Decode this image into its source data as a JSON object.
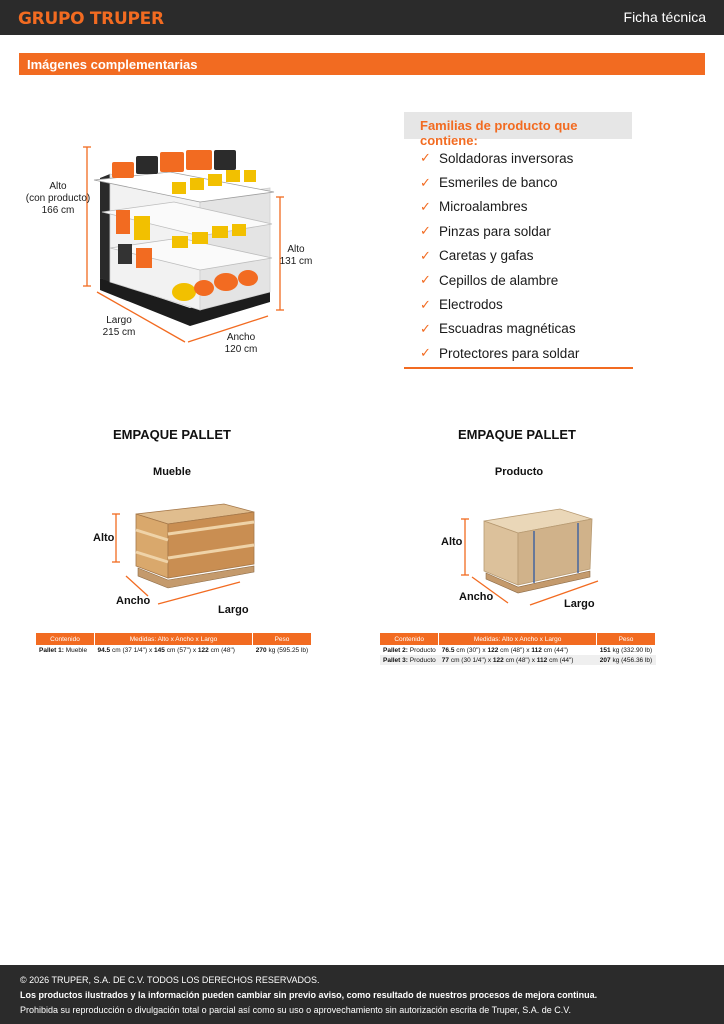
{
  "header": {
    "brand": "GRUPO TRUPER",
    "doc_type": "Ficha técnica"
  },
  "section": {
    "title": "Imágenes complementarias"
  },
  "display": {
    "alto_total": [
      "Alto",
      "(con producto)",
      "166 cm"
    ],
    "alto": [
      "Alto",
      "131 cm"
    ],
    "largo": [
      "Largo",
      "215 cm"
    ],
    "ancho": [
      "Ancho",
      "120 cm"
    ]
  },
  "families": {
    "title": "Familias de producto que contiene:",
    "items": [
      "Soldadoras inversoras",
      "Esmeriles de banco",
      "Microalambres",
      "Pinzas para soldar",
      "Caretas y gafas",
      "Cepillos de alambre",
      "Electrodos",
      "Escuadras magnéticas",
      "Protectores para soldar"
    ]
  },
  "pallet_left": {
    "title": "EMPAQUE PALLET",
    "subtitle": "Mueble",
    "labels": {
      "alto": "Alto",
      "ancho": "Ancho",
      "largo": "Largo"
    },
    "table": {
      "headers": [
        "Contenido",
        "Medidas: Alto x Ancho x Largo",
        "Peso"
      ],
      "rows": [
        {
          "label": "Pallet 1:",
          "content": "Mueble",
          "m1": "94.5",
          "m1r": "cm (37 1/4\") x",
          "m2": "145",
          "m2r": "cm (57\") x",
          "m3": "122",
          "m3r": "cm (48\")",
          "w": "270",
          "wr": "kg (595.25 lb)"
        }
      ]
    }
  },
  "pallet_right": {
    "title": "EMPAQUE PALLET",
    "subtitle": "Producto",
    "labels": {
      "alto": "Alto",
      "ancho": "Ancho",
      "largo": "Largo"
    },
    "table": {
      "headers": [
        "Contenido",
        "Medidas: Alto x Ancho x Largo",
        "Peso"
      ],
      "rows": [
        {
          "label": "Pallet 2:",
          "content": "Producto",
          "m1": "76.5",
          "m1r": "cm (30\") x",
          "m2": "122",
          "m2r": "cm (48\") x",
          "m3": "112",
          "m3r": "cm (44\")",
          "w": "151",
          "wr": "kg (332.90 lb)"
        },
        {
          "label": "Pallet 3:",
          "content": "Producto",
          "m1": "77",
          "m1r": "cm (30 1/4\") x",
          "m2": "122",
          "m2r": "cm (48\") x",
          "m3": "112",
          "m3r": "cm (44\")",
          "w": "207",
          "wr": "kg (456.36 lb)"
        }
      ]
    }
  },
  "footer": {
    "line1": "© 2026 TRUPER, S.A. DE C.V. TODOS LOS DERECHOS RESERVADOS.",
    "line2": "Los productos ilustrados y la información pueden cambiar sin previo aviso, como resultado de nuestros procesos de mejora continua.",
    "line3": "Prohibida su reproducción o divulgación total o parcial así como su uso o aprovechamiento sin autorización escrita de Truper, S.A. de C.V."
  },
  "colors": {
    "accent": "#f26b21",
    "dark": "#2b2b2b",
    "light_gray": "#e6e6e6"
  },
  "icons": [
    "check-icon",
    "display-stand-image",
    "crate-image",
    "box-image"
  ]
}
